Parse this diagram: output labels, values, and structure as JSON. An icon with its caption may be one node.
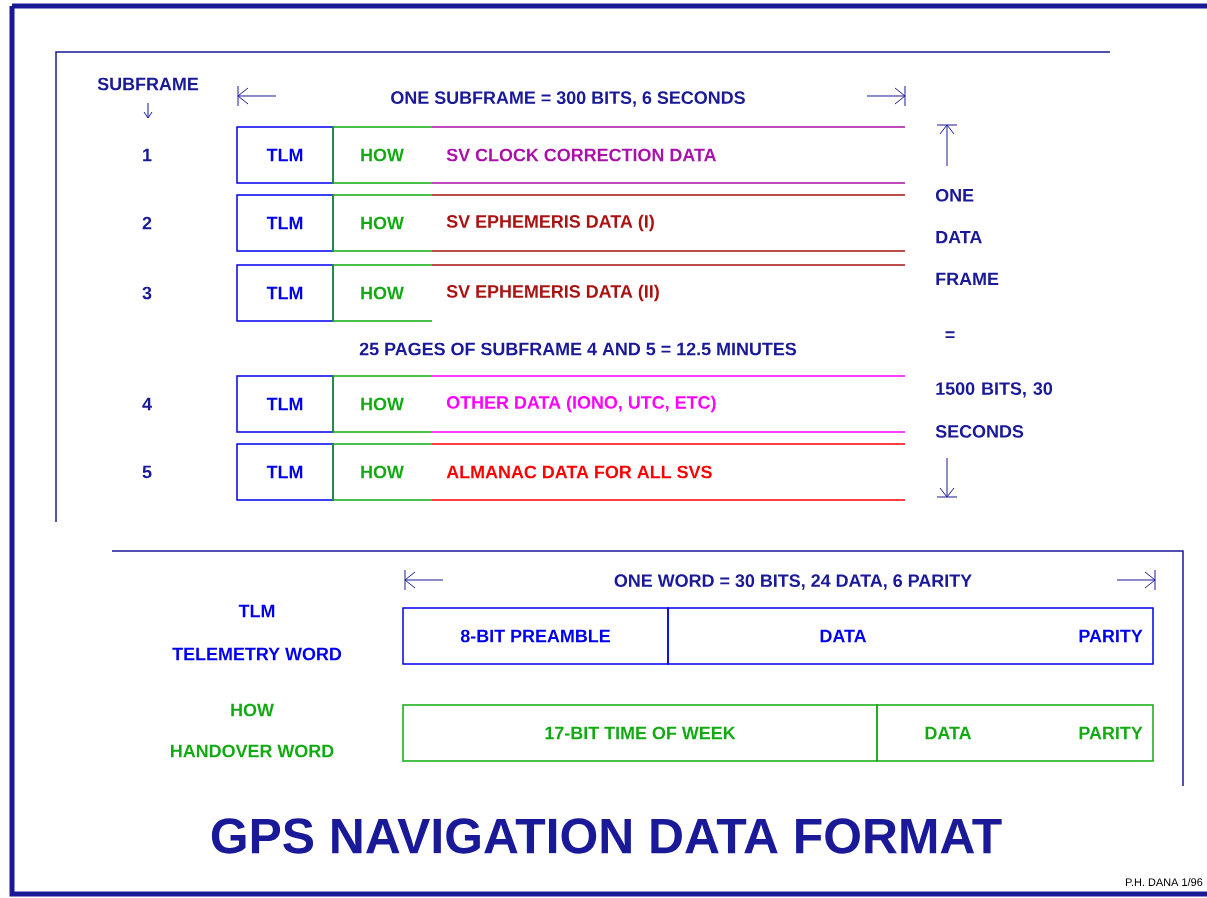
{
  "diagram": {
    "title": "GPS NAVIGATION DATA FORMAT",
    "nodes": [
      {
        "text": [
          "TLM"
        ]
      },
      {
        "text": [
          "HOW"
        ]
      },
      {
        "text": [
          "SV CLOCK CORRECTION DATA"
        ]
      },
      {
        "text": [
          "TLM"
        ]
      },
      {
        "text": [
          "HOW"
        ]
      },
      {
        "text": [
          "SV EPHEMERIS DATA (I)"
        ]
      },
      {
        "text": [
          "TLM"
        ]
      },
      {
        "text": [
          "HOW"
        ]
      },
      {
        "text": [
          "SV EPHEMERIS DATA (II)"
        ]
      },
      {
        "text": [
          "TLM"
        ]
      },
      {
        "text": [
          "HOW"
        ]
      },
      {
        "text": [
          "OTHER DATA (IONO, UTC, ETC)"
        ]
      },
      {
        "text": [
          "TLM"
        ]
      },
      {
        "text": [
          "HOW"
        ]
      },
      {
        "text": [
          "ALMANAC DATA FOR ALL SVS"
        ]
      },
      {
        "text": [
          "8-BIT PREAMBLE"
        ]
      },
      {
        "text": [
          "DATA",
          "PARITY"
        ]
      },
      {
        "text": [
          "17-BIT TIME OF WEEK"
        ]
      },
      {
        "text": [
          "DATA",
          "PARITY"
        ]
      }
    ],
    "labels": [
      "SUBFRAME",
      "ONE SUBFRAME = 300 BITS, 6 SECONDS",
      "1",
      "2",
      "ONE DATA FRAME",
      "3",
      "25 PAGES OF SUBFRAME 4 AND 5 = 12.5 MINUTES",
      "=",
      "4",
      "1500 BITS, 30 SECONDS",
      "5",
      "ONE WORD = 30 BITS, 24 DATA, 6 PARITY",
      "TLM",
      "TELEMETRY WORD",
      "HOW",
      "HANDOVER WORD",
      "P.H. DANA 1/96"
    ]
  }
}
